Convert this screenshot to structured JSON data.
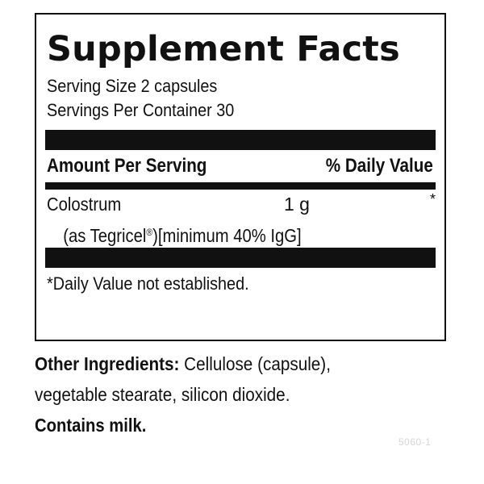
{
  "facts": {
    "title": "Supplement Facts",
    "serving_size": "Serving Size 2 capsules",
    "servings_per_container": "Servings Per Container 30",
    "header_amount": "Amount Per Serving",
    "header_dv": "% Daily Value",
    "ingredient": {
      "name": "Colostrum",
      "amount": "1 g",
      "dv": "*",
      "sub_prefix": "(as Tegricel",
      "sub_reg": "®",
      "sub_suffix": ")[minimum 40% IgG]"
    },
    "footnote": "*Daily Value not established."
  },
  "other": {
    "label": "Other Ingredients:",
    "line1": " Cellulose (capsule),",
    "line2": "vegetable stearate, silicon dioxide.",
    "contains": "Contains milk."
  },
  "code": "5060-1",
  "colors": {
    "ink": "#111111",
    "background": "#ffffff"
  }
}
